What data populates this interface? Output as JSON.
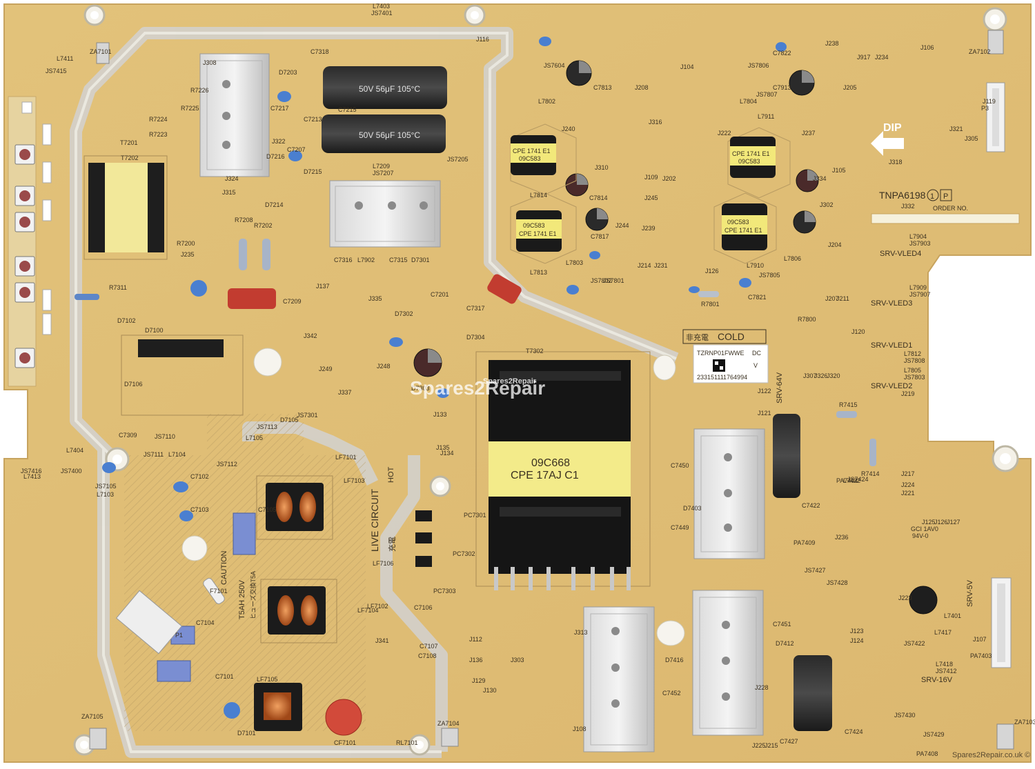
{
  "board": {
    "model": "TNPA6198",
    "model_suffix_1": "1",
    "model_suffix_2": "P",
    "order_label": "ORDER NO.",
    "direction_label": "DIP",
    "cold_kanji": "非充電",
    "cold_label": "COLD",
    "live_label": "LIVE CIRCUIT",
    "hot_label": "HOT",
    "live_kanji": "充電",
    "caution_label": "CAUTION",
    "fuse_rating": "T5AH 250V",
    "fuse_note": "ヒューズ交換T5A",
    "ul_mark": "GCI 1AV0",
    "ul_grade": "94V-0"
  },
  "sticker": {
    "part_code": "TZRNP01FWWE",
    "suffix": "DC",
    "flag": "V",
    "serial": "233151111764994"
  },
  "outputs": [
    "SRV-VLED4",
    "SRV-VLED3",
    "SRV-VLED1",
    "SRV-VLED2",
    "SRV-64V",
    "SRV-5V",
    "SRV-16V"
  ],
  "transformer_main": {
    "line1": "09C668",
    "line2": "CPE 17AJ C1"
  },
  "chokes": {
    "top_left_a": "CPE 1741 E1",
    "top_left_b": "09C583",
    "bottom_left_a": "09C583",
    "bottom_left_b": "CPE 1741 E1",
    "top_right_a": "CPE 1741 E1",
    "top_right_b": "09C583",
    "bottom_right_a": "09C583",
    "bottom_right_b": "CPE 1741 E1"
  },
  "capacitors": {
    "cap1_text": "50V 56μF 105°C",
    "cap2_text": "50V 56μF 105°C"
  },
  "refs": {
    "r1": "L7403",
    "r2": "JS7401",
    "r3": "L7411",
    "r4": "JS7415",
    "r5": "ZA7101",
    "r6": "T7201",
    "r7": "T7202",
    "r8": "R7224",
    "r9": "R7223",
    "r10": "R7225",
    "r11": "R7226",
    "r12": "J308",
    "r13": "C7318",
    "r14": "D7203",
    "r15": "C7215",
    "r16": "C7217",
    "r17": "C7213",
    "r18": "J322",
    "r19": "C7207",
    "r20": "D7216",
    "r21": "J324",
    "r22": "J315",
    "r23": "D7214",
    "r24": "R7208",
    "r25": "R7202",
    "r26": "R7200",
    "r27": "J235",
    "r28": "R7311",
    "r29": "C7209",
    "r30": "D7102",
    "r31": "D7100",
    "r32": "D7106",
    "r33": "JS7301",
    "r34": "J137",
    "r35": "J335",
    "r36": "J342",
    "r37": "J249",
    "r38": "J337",
    "r39": "J248",
    "r40": "D7302",
    "r41": "D7304",
    "r42": "D7303",
    "r43": "L7209",
    "r44": "JS7207",
    "r45": "JS7205",
    "r46": "D7215",
    "r47": "C7316",
    "r48": "L7902",
    "r49": "C7315",
    "r50": "D7301",
    "r51": "C7317",
    "r52": "C7201",
    "r53": "J116",
    "r54": "JS7604",
    "r55": "J240",
    "r56": "C7813",
    "r57": "L7802",
    "r58": "J208",
    "r59": "J316",
    "r60": "J205",
    "r61": "J104",
    "r62": "J310",
    "r63": "L7814",
    "r64": "C7814",
    "r65": "J109",
    "r66": "J202",
    "r67": "J245",
    "r68": "J244",
    "r69": "C7817",
    "r70": "J239",
    "r71": "L7813",
    "r72": "L7803",
    "r73": "JS7802",
    "r74": "JS7801",
    "r75": "J214",
    "r76": "J231",
    "r77": "J126",
    "r78": "R7801",
    "r79": "C7821",
    "r80": "JS7805",
    "r81": "C7822",
    "r82": "C7913",
    "r83": "JS7806",
    "r84": "JS7807",
    "r85": "L7804",
    "r86": "J222",
    "r87": "L7911",
    "r88": "J237",
    "r89": "J105",
    "r90": "J334",
    "r91": "J302",
    "r92": "J204",
    "r93": "L7910",
    "r94": "L7806",
    "r95": "J207",
    "r96": "J211",
    "r97": "R7800",
    "r98": "J120",
    "r99": "J238",
    "r100": "J917",
    "r101": "J234",
    "r102": "J106",
    "r103": "ZA7102",
    "r104": "J119",
    "r105": "J321",
    "r106": "J305",
    "r107": "J318",
    "r108": "J332",
    "r109": "L7904",
    "r110": "JS7903",
    "r111": "L7909",
    "r112": "JS7907",
    "r113": "L7812",
    "r114": "JS7808",
    "r115": "L7805",
    "r116": "JS7803",
    "r117": "J219",
    "r118": "J307",
    "r119": "J326",
    "r120": "J320",
    "r121": "J122",
    "r122": "J121",
    "r123": "R7415",
    "r124": "R7414",
    "r125": "PA7404",
    "r126": "L7422",
    "r127": "JS7424",
    "r128": "J217",
    "r129": "J224",
    "r130": "J221",
    "r131": "J125",
    "r132": "J126",
    "r133": "J127",
    "r134": "C7450",
    "r135": "D7403",
    "r136": "C7449",
    "r137": "C7422",
    "r138": "J236",
    "r139": "JS7427",
    "r140": "PA7409",
    "r141": "JS7428",
    "r142": "L7401",
    "r143": "J223",
    "r144": "J107",
    "r145": "J123",
    "r146": "J124",
    "r147": "L7417",
    "r148": "JS7422",
    "r149": "PA7403",
    "r150": "L7418",
    "r151": "JS7412",
    "r152": "JS7430",
    "r153": "JS7429",
    "r154": "PA7408",
    "r155": "ZA7103",
    "r156": "C7451",
    "r157": "D7412",
    "r158": "C7424",
    "r159": "C7427",
    "r160": "J215",
    "r161": "J225",
    "r162": "D7416",
    "r163": "C7452",
    "r164": "J313",
    "r165": "J108",
    "r166": "T7302",
    "r167": "J133",
    "r168": "J135",
    "r169": "J134",
    "r170": "PC7303",
    "r171": "PC7302",
    "r172": "PC7301",
    "r173": "J112",
    "r174": "J136",
    "r175": "J129",
    "r176": "J130",
    "r177": "J303",
    "r178": "C7107",
    "r179": "C7108",
    "r180": "C7106",
    "r181": "J341",
    "r182": "LF7106",
    "r183": "LF7101",
    "r184": "LF7103",
    "r185": "LF7102",
    "r186": "LF7104",
    "r187": "LF7105",
    "r188": "C7105",
    "r189": "C7102",
    "r190": "C7103",
    "r191": "C7104",
    "r192": "C7101",
    "r193": "D7101",
    "r194": "CF7101",
    "r195": "RL7101",
    "r196": "ZA7104",
    "r197": "ZA7105",
    "r198": "F7101",
    "r199": "P1",
    "r200": "C7309",
    "r201": "JS7110",
    "r202": "JS7111",
    "r203": "L7104",
    "r204": "JS7112",
    "r205": "D7105",
    "r206": "JS7113",
    "r207": "L7105",
    "r208": "L7404",
    "r209": "JS7400",
    "r210": "JS7416",
    "r211": "L7413",
    "r212": "JS7105",
    "r213": "L7103",
    "r214": "P3",
    "r215": "J228"
  },
  "watermark": "Spares2Repair",
  "watermark_small": "Spares2Repair",
  "footer_credit": "Spares2Repair.co.uk ©"
}
